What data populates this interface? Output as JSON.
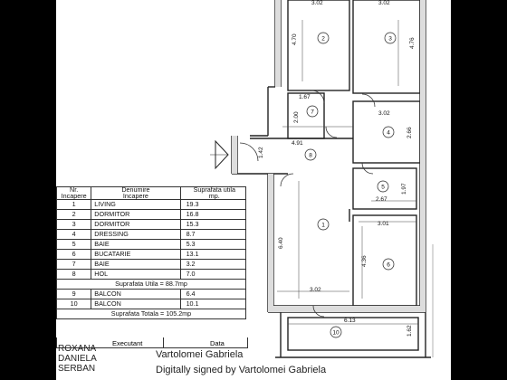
{
  "plan": {
    "dimensions": {
      "top_left_width": "3.02",
      "top_right_width": "3.02",
      "room2_height": "4.70",
      "room3_height": "4.76",
      "room7_width": "1.67",
      "room7_height": "2.00",
      "room4_width": "3.02",
      "room4_height": "2.66",
      "hall_width": "4.91",
      "entry_height": "1.42",
      "room5_height": "1.97",
      "room5_width": "2.67",
      "room6_width": "3.01",
      "living_height": "6.40",
      "room6_height": "4.36",
      "living_bottom_width": "3.02",
      "balcony_width": "6.13",
      "balcony_height": "1.62"
    },
    "room_labels": [
      "1",
      "2",
      "3",
      "4",
      "5",
      "6",
      "7",
      "8",
      "10"
    ]
  },
  "table": {
    "headers": {
      "nr": "Nr.\nIncapere",
      "name": "Denumire\nIncapere",
      "area": "Suprafata utila\nmp."
    },
    "rows": [
      {
        "nr": "1",
        "name": "LIVING",
        "area": "19.3"
      },
      {
        "nr": "2",
        "name": "DORMITOR",
        "area": "16.8"
      },
      {
        "nr": "3",
        "name": "DORMITOR",
        "area": "15.3"
      },
      {
        "nr": "4",
        "name": "DRESSING",
        "area": "8.7"
      },
      {
        "nr": "5",
        "name": "BAIE",
        "area": "5.3"
      },
      {
        "nr": "6",
        "name": "BUCATARIE",
        "area": "13.1"
      },
      {
        "nr": "7",
        "name": "BAIE",
        "area": "3.2"
      },
      {
        "nr": "8",
        "name": "HOL",
        "area": "7.0"
      }
    ],
    "suprafata_utila": "Suprafata Utila = 88.7mp",
    "balcony_rows": [
      {
        "nr": "9",
        "name": "BALCON",
        "area": "6.4"
      },
      {
        "nr": "10",
        "name": "BALCON",
        "area": "10.1"
      }
    ],
    "suprafata_totala": "Suprafata Totala = 105.2mp"
  },
  "footer": {
    "executant": "Executant",
    "data": "Data",
    "signer_left": "ROXANA\nDANIELA\nSERBAN",
    "signer_main": "Vartolomei Gabriela",
    "digital_signature": "Digitally signed by Vartolomei Gabriela"
  }
}
